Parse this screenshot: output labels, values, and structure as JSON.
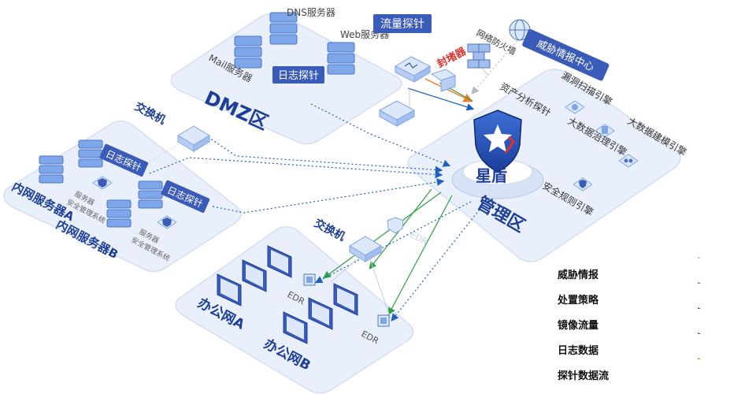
{
  "zones": {
    "dmz": "DMZ区",
    "intranet_a": "内网服务器A",
    "intranet_b": "内网服务器B",
    "office_a": "办公网A",
    "office_b": "办公网B",
    "management": "管理区"
  },
  "labels": {
    "dns_server": "DNS服务器",
    "web_server": "Web服务器",
    "mail_server": "Mail服务器",
    "log_probe": "日志探针",
    "traffic_probe": "流量探针",
    "blocker": "封堵器",
    "firewall": "网络防火墙",
    "threat_intel_center": "威胁情报中心",
    "switch": "交换机",
    "server": "服务器",
    "security_mgmt_system": "安全管理系统",
    "edr": "EDR",
    "edr_watermark": "EDR",
    "xingdun": "星盾",
    "asset_probe": "资产分析探针",
    "vuln_scan_engine": "漏洞扫描引擎",
    "bigdata_gov_engine": "大数据治理引擎",
    "bigdata_model_engine": "大数据建模引擎",
    "security_rule_engine": "安全规则引擎"
  },
  "legend": [
    {
      "label": "威胁情报",
      "color": "#b8b8b8",
      "style": "dotted"
    },
    {
      "label": "处置策略",
      "color": "#2ea043",
      "style": "solid"
    },
    {
      "label": "镜像流量",
      "color": "#1f5fbf",
      "style": "solid"
    },
    {
      "label": "日志数据",
      "color": "#1f5fbf",
      "style": "dotted"
    },
    {
      "label": "探针数据流",
      "color": "#f07b2a",
      "style": "solid"
    }
  ],
  "colors": {
    "platform_fill": "#eaf0fb",
    "platform_edge": "#d3def2",
    "label_box": "#3b5bb8",
    "zone_text": "#1d3f9a",
    "device_blue": "#7ea6e8",
    "blocker_red": "#e0302e"
  }
}
